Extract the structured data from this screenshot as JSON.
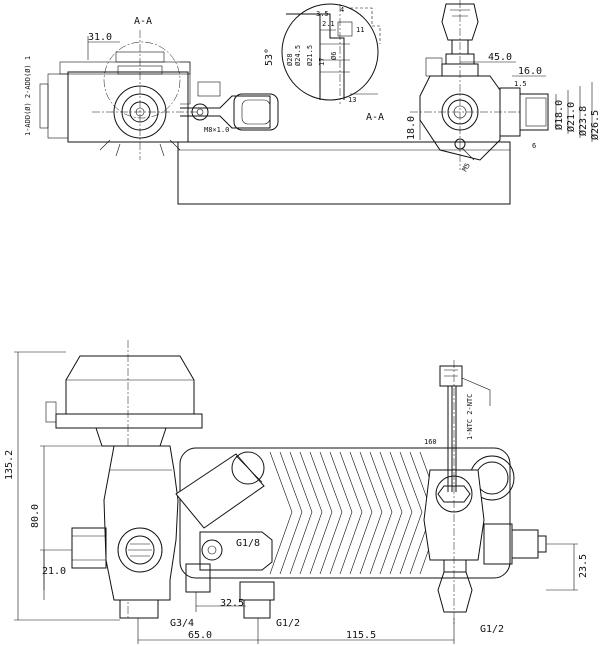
{
  "views": {
    "top_left": {
      "section_label": "A-A",
      "dim_31": "31.0",
      "m_thread": "M8×1.0",
      "side_text": "1-ADD(Ø)  2-ADD(Ø)  1"
    },
    "detail": {
      "angle": "53°",
      "dim_35": "3.5",
      "dim_21": "2.1",
      "dim_4": "4",
      "dim_11": "11",
      "dim_13": "13",
      "d_28": "Ø28",
      "d_245": "Ø24.5",
      "d_215": "Ø21.5",
      "d_17": "17",
      "d_6": "Ø6",
      "section_label": "A-A"
    },
    "top_right": {
      "dim_45": "45.0",
      "dim_16": "16.0",
      "dim_15": "1.5",
      "dim_18v": "18.0",
      "d_18": "Ø18.0",
      "d_21": "Ø21.0",
      "d_238": "Ø23.8",
      "d_265": "Ø26.5",
      "dim_6": "6",
      "m5": "M5"
    },
    "main": {
      "h_1352": "135.2",
      "h_80": "80.0",
      "h_21": "21.0",
      "h_235": "23.5",
      "w_325": "32.5",
      "w_65": "65.0",
      "w_1155": "115.5",
      "g34": "G3/4",
      "g12a": "G1/2",
      "g12b": "G1/2",
      "g18": "G1/8",
      "label_160": "160",
      "wire_text": "1-NTC  2-NTC"
    }
  }
}
